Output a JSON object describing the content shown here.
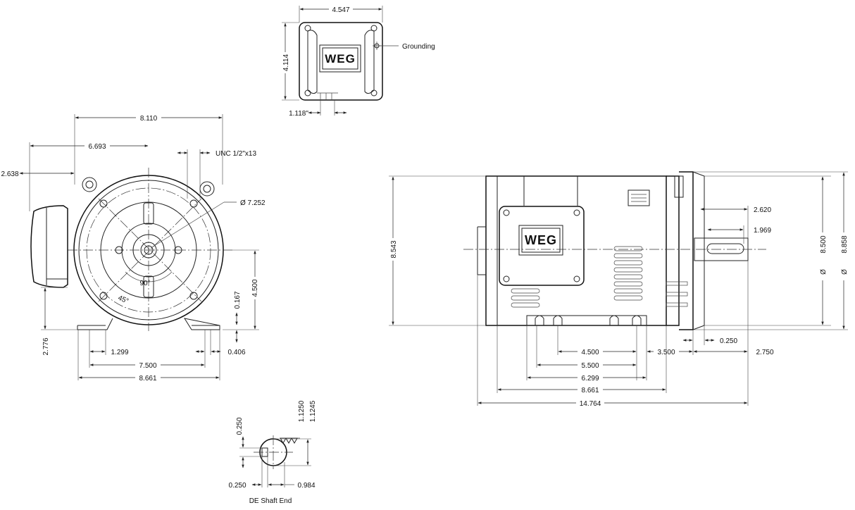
{
  "terminal_box": {
    "width": "4.547",
    "height": "4.114",
    "offset": "1.118\"",
    "grounding_label": "Grounding",
    "logo": "WEG"
  },
  "front_view": {
    "overall_width": "8.110",
    "half_width": "6.693",
    "box_projection": "2.638",
    "thread": "UNC 1/2\"x13",
    "bolt_circle": "Ø  7.252",
    "angle_90": "90°",
    "angle_45": "45°",
    "shaft_height": "4.500",
    "foot_thickness": "0.167",
    "box_height": "2.776",
    "foot_slot": "1.299",
    "foot_hole_span": "7.500",
    "foot_width": "8.661",
    "foot_slot_width": "0.406"
  },
  "side_view": {
    "nameplate_logo": "WEG",
    "height": "8.543",
    "shaft_extension": "2.620",
    "key_length": "1.969",
    "diameter_1": "8.500",
    "diameter_2": "8.858",
    "diameter_symbol": "Ø",
    "flange_thickness": "0.250",
    "foot_hole_1": "4.500",
    "foot_hole_2": "5.500",
    "foot_hole_3": "6.299",
    "frame_length": "8.661",
    "overall_length": "14.764",
    "shaft_to_hole": "3.500",
    "shaft_length": "2.750"
  },
  "shaft_end": {
    "title": "DE Shaft End",
    "key_width": "0.250",
    "diameter_max": "1.1250",
    "diameter_min": "1.1245",
    "key_depth": "0.250",
    "key_seat": "0.984"
  }
}
